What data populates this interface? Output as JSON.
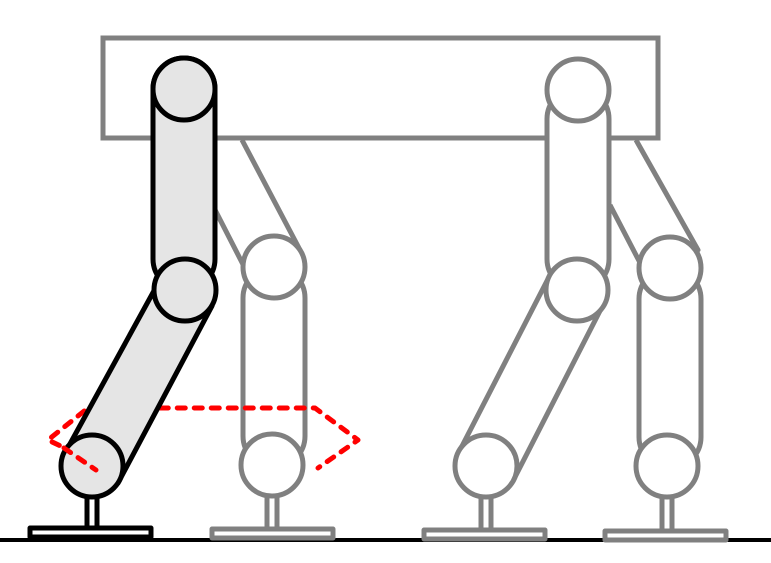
{
  "diagram": {
    "colors": {
      "background": "#ffffff",
      "active_stroke": "#000000",
      "active_fill": "#e5e5e5",
      "inactive_stroke": "#808080",
      "inactive_fill": "#ffffff",
      "trajectory": "#ff0000",
      "ground": "#000000"
    },
    "elements": {
      "body": "robot-body",
      "ground": "ground-line",
      "active_leg": "front-left-leg",
      "swing_path": "swing-trajectory"
    }
  }
}
